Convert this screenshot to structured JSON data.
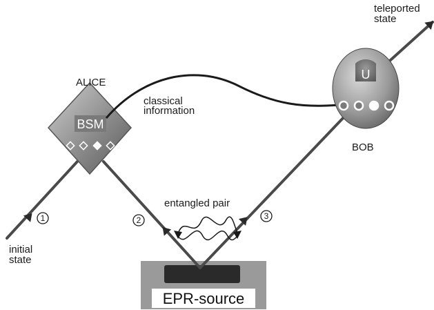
{
  "labels": {
    "teleported_state": [
      "teleported",
      "state"
    ],
    "alice": "ALICE",
    "bsm": "BSM",
    "classical_information": [
      "classical",
      "information"
    ],
    "u": "U",
    "bob": "BOB",
    "entangled_pair": "entangled pair",
    "initial_state": [
      "initial",
      "state"
    ],
    "epr_source": "EPR-source",
    "channel_1": "1",
    "channel_2": "2",
    "channel_3": "3"
  }
}
